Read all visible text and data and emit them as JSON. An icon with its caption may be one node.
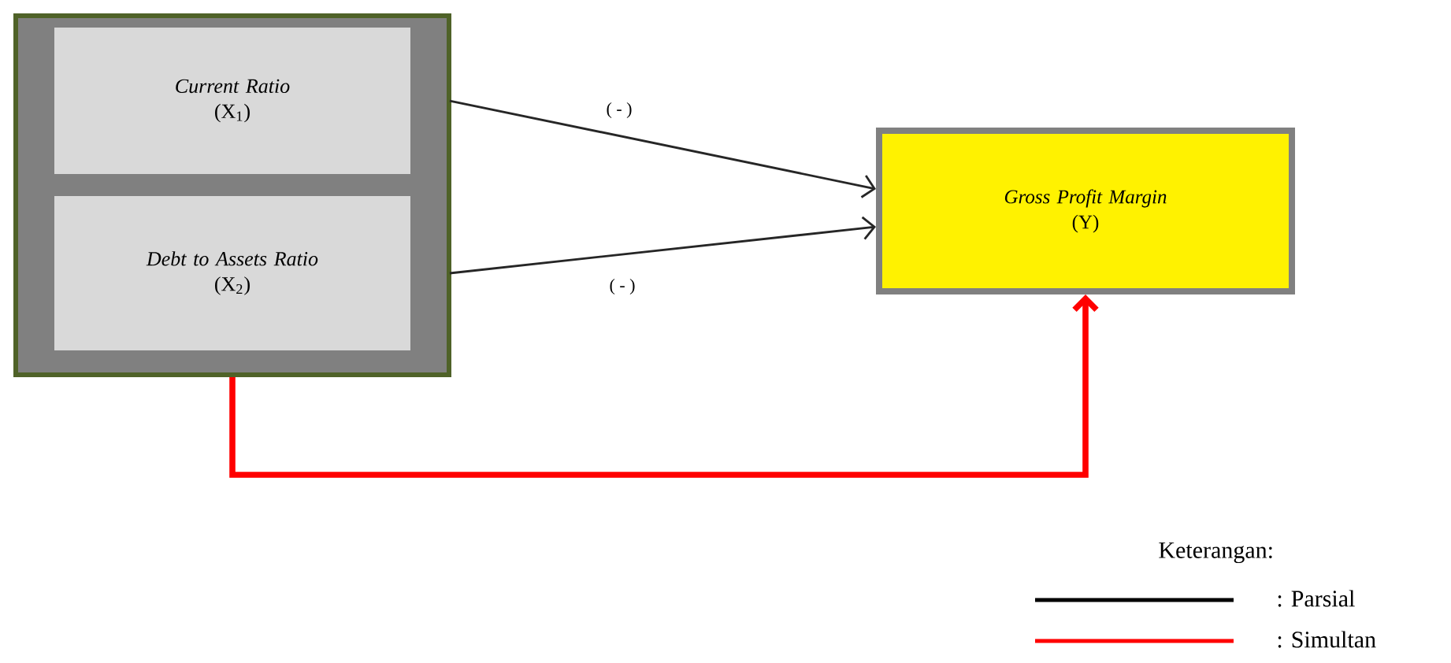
{
  "diagram": {
    "nodes": [
      {
        "text": [],
        "shape": "box"
      },
      {
        "text": [
          "Current Ratio",
          "(X$_{1}$)"
        ],
        "in": 0
      },
      {
        "text": [
          "Debt to Assets Ratio",
          "(X$_{2}$)"
        ],
        "in": 0
      },
      {
        "text": [
          "Gross Profit Margin",
          "(Y)"
        ]
      }
    ],
    "edges": [
      {
        "from": 1,
        "to": 3,
        "arrow": "to",
        "label": "( - )"
      },
      {
        "from": 2,
        "to": 3,
        "arrow": "to",
        "label": "( - )"
      },
      {
        "from": 0,
        "to": 3,
        "arrow": "to",
        "style": "thick",
        "color": "#ff0000"
      }
    ],
    "labels": [
      "Keterangan:"
    ],
    "legend": [
      {
        "text": ": Parsial"
      },
      {
        "text": ": Simultan"
      }
    ]
  }
}
